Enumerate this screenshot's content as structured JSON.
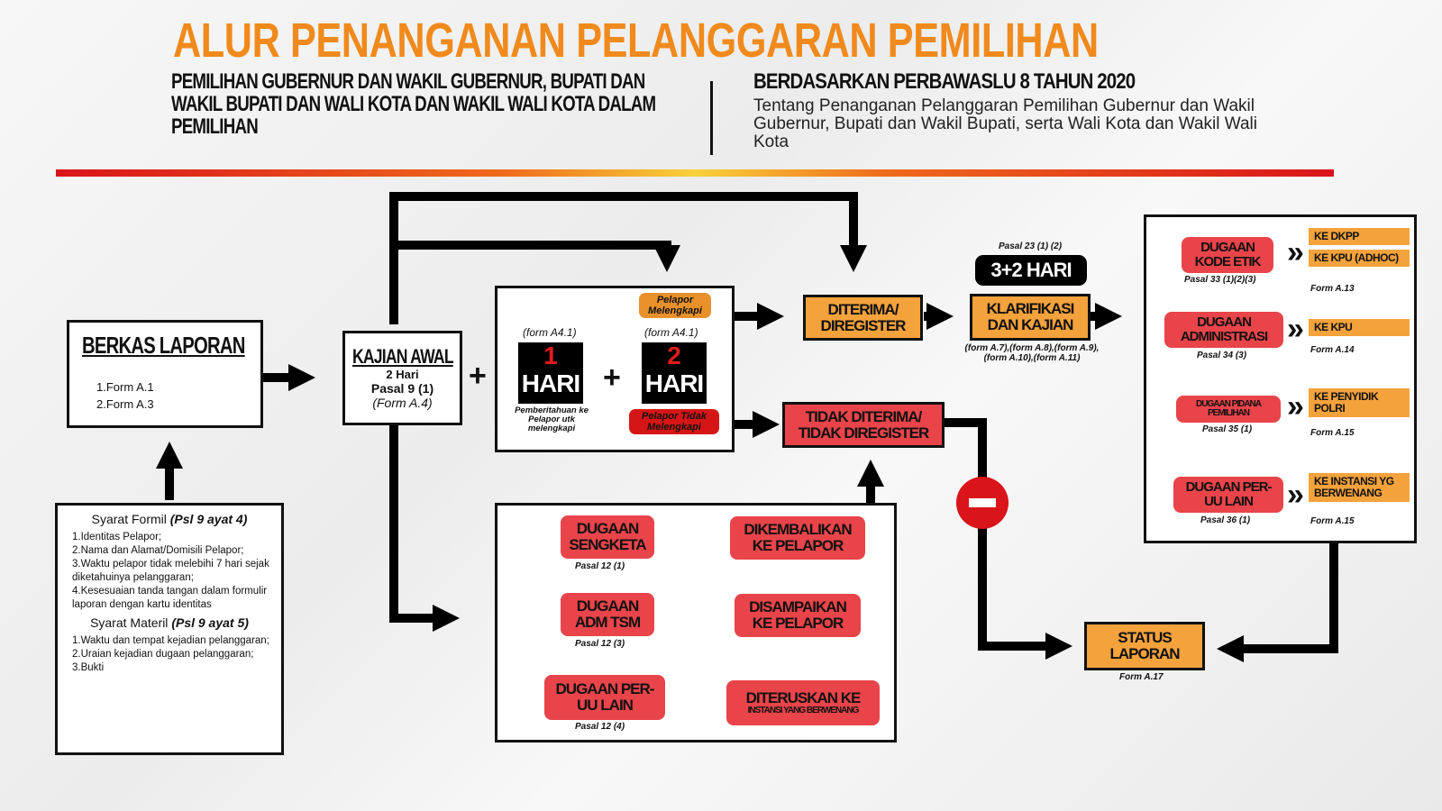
{
  "header": {
    "title": "ALUR PENANGANAN PELANGGARAN PEMILIHAN",
    "subtitle_left": "PEMILIHAN GUBERNUR DAN WAKIL GUBERNUR, BUPATI DAN WAKIL BUPATI  DAN WALI KOTA DAN WAKIL WALI KOTA DALAM PEMILIHAN",
    "subtitle_right_head": "BERDASARKAN PERBAWASLU 8 TAHUN 2020",
    "subtitle_right_text": "Tentang Penanganan Pelanggaran Pemilihan Gubernur dan Wakil Gubernur, Bupati dan Wakil Bupati, serta Wali Kota dan Wakil Wali Kota"
  },
  "colors": {
    "title": "#f08a1c",
    "orange_box": "#f4a23c",
    "red_box": "#e8444a",
    "stop": "#d9141b"
  },
  "berkas": {
    "title": "BERKAS LAPORAN",
    "items": [
      "1.Form A.1",
      "2.Form A.3"
    ]
  },
  "syarat": {
    "formil_title": "Syarat Formil ",
    "formil_ref": "(Psl 9 ayat 4)",
    "formil": [
      "1.Identitas Pelapor;",
      "2.Nama dan Alamat/Domisili Pelapor;",
      "3.Waktu pelapor tidak melebihi 7 hari sejak diketahuinya pelanggaran;",
      "4.Kesesuaian tanda tangan dalam formulir laporan dengan kartu identitas"
    ],
    "materil_title": "Syarat Materil ",
    "materil_ref": "(Psl 9 ayat 5)",
    "materil": [
      "1.Waktu dan tempat kejadian pelanggaran;",
      "2.Uraian kejadian dugaan pelanggaran;",
      "3.Bukti"
    ]
  },
  "kajian": {
    "title": "KAJIAN AWAL",
    "days": "2 Hari",
    "pasal": "Pasal 9 (1)",
    "form": "(Form A.4)"
  },
  "plus": "+",
  "lengkap": {
    "day1": {
      "form": "(form A4.1)",
      "num": "1",
      "unit": "HARI",
      "note": "Pemberitahuan ke Pelapor utk melengkapi"
    },
    "day2": {
      "form": "(form A4.1)",
      "num": "2",
      "unit": "HARI",
      "top": "Pelapor Melengkapi",
      "bottom": "Pelapor Tidak Melengkapi"
    }
  },
  "diterima": "DITERIMA/ DIREGISTER",
  "tidak_diterima": "TIDAK DITERIMA/ TIDAK DIREGISTER",
  "klarifikasi": {
    "pasal": "Pasal 23 (1) (2)",
    "days": "3+2 HARI",
    "title": "KLARIFIKASI DAN KAJIAN",
    "forms": "(form A.7),(form A.8),(form A.9), (form A.10),(form A.11)"
  },
  "outcomes": [
    {
      "label": "DUGAAN KODE ETIK",
      "pasal": "Pasal 33 (1)(2)(3)",
      "dest": [
        "KE DKPP",
        "KE KPU (ADHOC)"
      ],
      "form": "Form A.13"
    },
    {
      "label": "DUGAAN ADMINISTRASI",
      "pasal": "Pasal 34 (3)",
      "dest": [
        "KE KPU"
      ],
      "form": "Form A.14"
    },
    {
      "label": "DUGAAN PIDANA PEMILIHAN",
      "pasal": "Pasal 35 (1)",
      "dest": [
        "KE PENYIDIK POLRI"
      ],
      "form": "Form A.15"
    },
    {
      "label": "DUGAAN PER-UU LAIN",
      "pasal": "Pasal 36 (1)",
      "dest": [
        "KE INSTANSI YG BERWENANG"
      ],
      "form": "Form A.15"
    }
  ],
  "chevron": "»",
  "status": {
    "title": "STATUS LAPORAN",
    "form": "Form  A.17"
  },
  "bottom": [
    {
      "label": "DUGAAN SENGKETA",
      "pasal": "Pasal 12 (1)",
      "result": "DIKEMBALIKAN KE PELAPOR"
    },
    {
      "label": "DUGAAN ADM TSM",
      "pasal": "Pasal 12 (3)",
      "result": "DISAMPAIKAN KE PELAPOR"
    },
    {
      "label": "DUGAAN PER-UU LAIN",
      "pasal": "Pasal 12 (4)",
      "result": "DITERUSKAN KE",
      "result_sub": "INSTANSI YANG BERWENANG"
    }
  ]
}
